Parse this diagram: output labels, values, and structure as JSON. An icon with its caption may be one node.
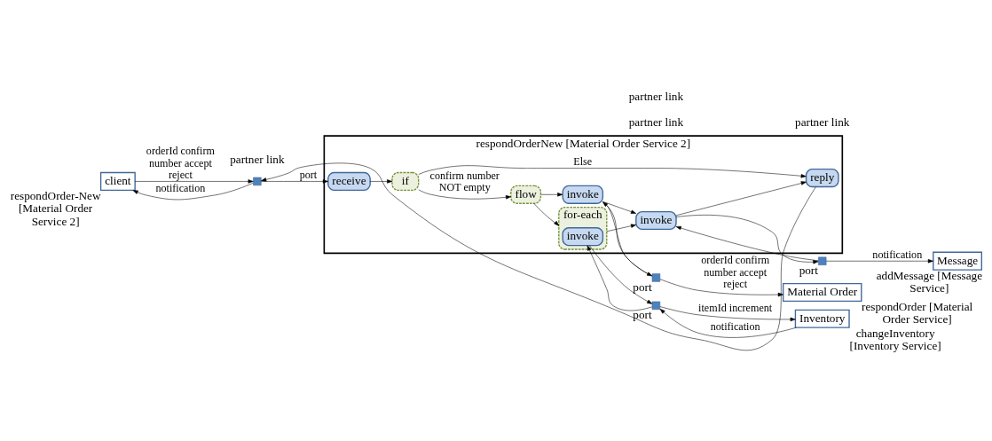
{
  "diagram": {
    "nodes": [
      {
        "text": [
          "respondOrderNew [Material Order Service 2]"
        ]
      },
      {
        "text": [
          "client"
        ],
        "beside": [
          "respondOrder-New [Material Order Service 2]"
        ]
      },
      {
        "text": [],
        "shape": "box"
      },
      {
        "text": [
          "receive"
        ],
        "in": 0
      },
      {
        "text": [
          "if"
        ],
        "in": 0
      },
      {
        "text": [
          "flow"
        ],
        "in": 0
      },
      {
        "text": [
          "invoke"
        ],
        "in": 0
      },
      {
        "text": [],
        "shape": "box",
        "beside": [
          "port"
        ]
      },
      {
        "text": [
          "Material Order"
        ],
        "beside": [
          "respondOrder [Material Order Service]"
        ]
      },
      {
        "text": [
          "for-each"
        ],
        "in": 0
      },
      {
        "text": [
          "invoke"
        ],
        "in": 9
      },
      {
        "text": [],
        "shape": "box",
        "beside": [
          "port"
        ]
      },
      {
        "text": [
          "Inventory"
        ],
        "beside": [
          "changeInventory [Inventory Service]"
        ]
      },
      {
        "text": [
          "invoke"
        ],
        "in": 0
      },
      {
        "text": [],
        "shape": "box",
        "beside": [
          "port"
        ]
      },
      {
        "text": [
          "Message"
        ],
        "beside": [
          "addMessage [Message Service]"
        ]
      },
      {
        "text": [
          "reply"
        ],
        "in": 0
      }
    ],
    "edges": [
      {
        "from": 1,
        "to": 2,
        "arrow": "to",
        "label": "orderId confirm number accept reject"
      },
      {
        "from": 2,
        "to": 1,
        "arrow": "to",
        "label": "notification"
      },
      {
        "from": 2,
        "to": 3,
        "arrow": "to",
        "label": "port"
      },
      {
        "from": 3,
        "to": 4,
        "arrow": "to"
      },
      {
        "from": 4,
        "to": 5,
        "arrow": "to",
        "label": "confirm number NOT empty"
      },
      {
        "from": 4,
        "to": 16,
        "arrow": "to",
        "label": "Else"
      },
      {
        "from": 5,
        "to": 6,
        "arrow": "to"
      },
      {
        "from": 5,
        "to": 9,
        "arrow": "to"
      },
      {
        "from": 6,
        "to": 7,
        "arrow": "to"
      },
      {
        "from": 7,
        "to": 6,
        "arrow": "to"
      },
      {
        "from": 7,
        "to": 8,
        "arrow": "to",
        "label": "orderId confirm number accept reject"
      },
      {
        "from": 10,
        "to": 11,
        "arrow": "to"
      },
      {
        "from": 11,
        "to": 10,
        "arrow": "to"
      },
      {
        "from": 11,
        "to": 12,
        "arrow": "to",
        "label": "itemId increment"
      },
      {
        "from": 12,
        "to": 11,
        "arrow": "to",
        "label": "notification"
      },
      {
        "from": 6,
        "to": 13,
        "arrow": "to"
      },
      {
        "from": 9,
        "to": 13,
        "arrow": "to"
      },
      {
        "from": 13,
        "to": 14,
        "arrow": "to"
      },
      {
        "from": 14,
        "to": 13,
        "arrow": "to"
      },
      {
        "from": 14,
        "to": 15,
        "arrow": "to",
        "label": "notification"
      },
      {
        "from": 13,
        "to": 16,
        "arrow": "to"
      },
      {
        "from": 16,
        "to": 2,
        "arrow": "to"
      }
    ],
    "labels": [
      "partner link",
      "partner link",
      "partner link",
      "partner link"
    ]
  }
}
